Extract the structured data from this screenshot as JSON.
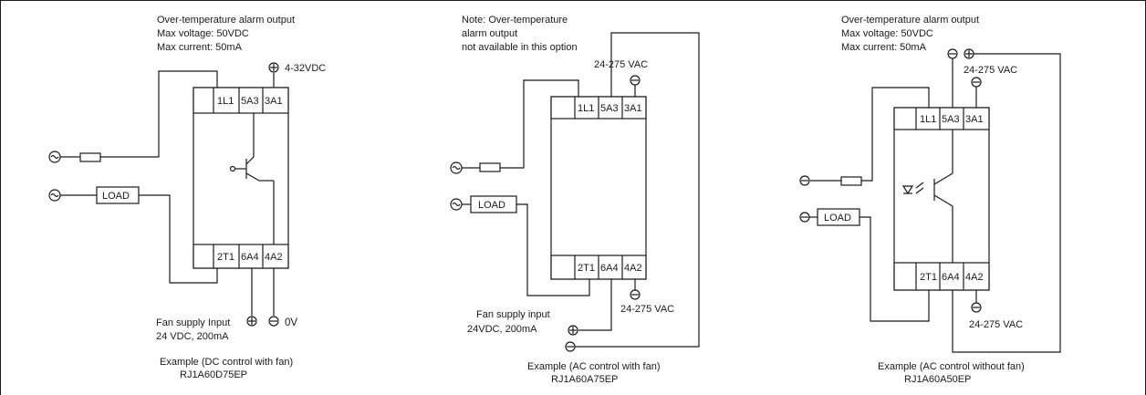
{
  "diagrams": [
    {
      "note_lines": [
        "Over-temperature alarm output",
        "Max voltage: 50VDC",
        "Max current: 50mA"
      ],
      "alarm_supply": "4-32VDC",
      "top_terminals": [
        "1L1",
        "5A3",
        "3A1"
      ],
      "bottom_terminals": [
        "2T1",
        "6A4",
        "4A2"
      ],
      "load_label": "LOAD",
      "fan_lines": [
        "Fan supply Input",
        "24 VDC, 200mA"
      ],
      "zero_volt": "0V",
      "caption": "Example (DC control with fan)",
      "model": "RJ1A60D75EP"
    },
    {
      "note_lines": [
        "Note: Over-temperature",
        "alarm output",
        "not available in this option"
      ],
      "top_vac": "24-275 VAC",
      "top_terminals": [
        "1L1",
        "5A3",
        "3A1"
      ],
      "bottom_terminals": [
        "2T1",
        "6A4",
        "4A2"
      ],
      "load_label": "LOAD",
      "bottom_vac": "24-275 VAC",
      "fan_lines": [
        "Fan supply input",
        "24VDC, 200mA"
      ],
      "caption": "Example (AC control with fan)",
      "model": "RJ1A60A75EP"
    },
    {
      "note_lines": [
        "Over-temperature alarm output",
        "Max voltage: 50VDC",
        "Max current: 50mA"
      ],
      "top_vac": "24-275 VAC",
      "top_terminals": [
        "1L1",
        "5A3",
        "3A1"
      ],
      "bottom_terminals": [
        "2T1",
        "6A4",
        "4A2"
      ],
      "load_label": "LOAD",
      "bottom_vac": "24-275 VAC",
      "caption": "Example (AC control without fan)",
      "model": "RJ1A60A50EP"
    }
  ]
}
